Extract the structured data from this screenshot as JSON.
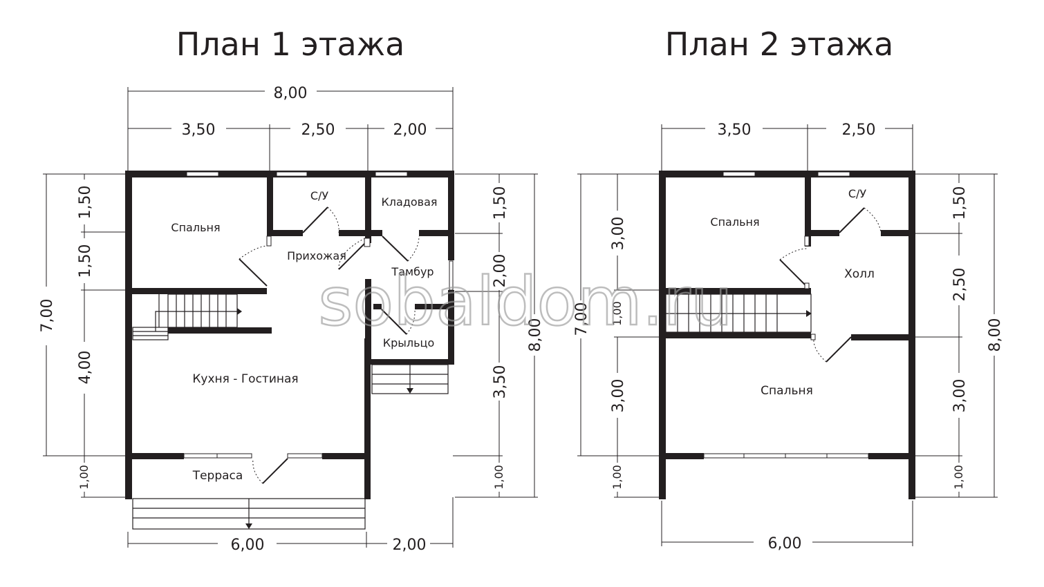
{
  "titles": {
    "floor1": "План 1 этажа",
    "floor2": "План 2 этажа"
  },
  "watermark": "sobaldom.ru",
  "floor1": {
    "dims": {
      "total_width": "8,00",
      "w1": "3,50",
      "w2": "2,50",
      "w3": "2,00",
      "bottom_main": "6,00",
      "bottom_porch": "2,00",
      "left_total": "7,00",
      "left_1": "1,50",
      "left_2": "1,50",
      "left_3": "4,00",
      "left_4": "1,00",
      "right_total": "8,00",
      "right_1": "1,50",
      "right_2": "2,00",
      "right_3": "3,50",
      "right_4": "1,00"
    },
    "rooms": {
      "bedroom": "Спальня",
      "bathroom": "С/У",
      "storage": "Кладовая",
      "hallway": "Прихожая",
      "vestibule": "Тамбур",
      "porch": "Крыльцо",
      "kitchen": "Кухня - Гостиная",
      "terrace": "Терраса"
    }
  },
  "floor2": {
    "dims": {
      "w1": "3,50",
      "w2": "2,50",
      "bottom": "6,00",
      "left_total": "7,00",
      "left_1": "3,00",
      "left_2": "1,00",
      "left_3": "3,00",
      "left_4": "1,00",
      "right_total": "8,00",
      "right_1": "1,50",
      "right_2": "2,50",
      "right_3": "3,00",
      "right_4": "1,00"
    },
    "rooms": {
      "bedroom_top": "Спальня",
      "bathroom": "С/У",
      "hall": "Холл",
      "bedroom_bottom": "Спальня"
    }
  }
}
